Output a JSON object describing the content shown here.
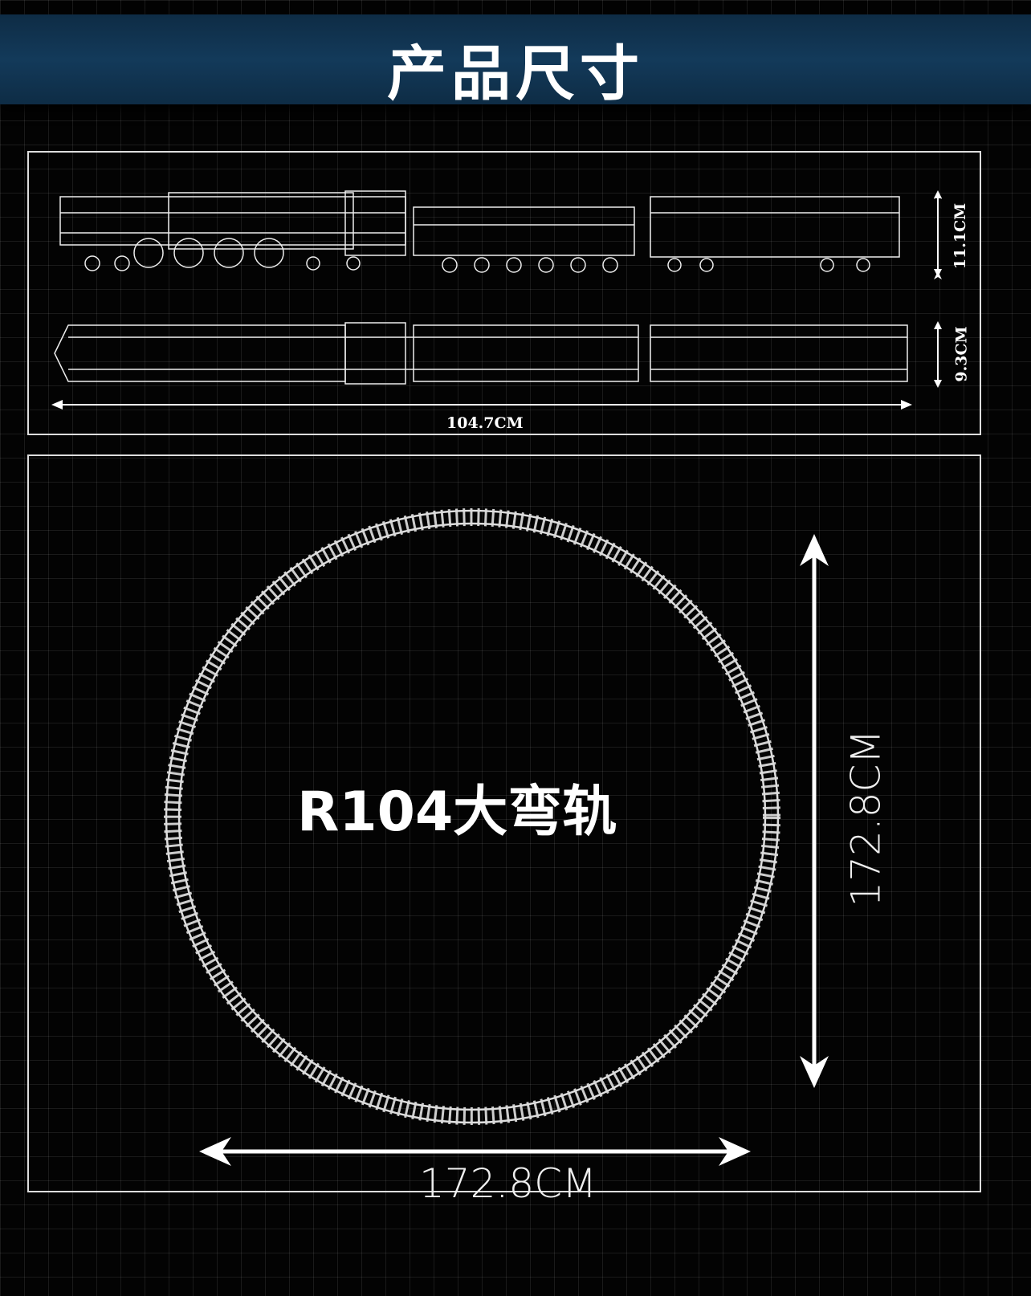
{
  "header": {
    "title": "产品尺寸"
  },
  "train_dimensions": {
    "side_height": "11.1CM",
    "top_width": "9.3CM",
    "length": "104.7CM"
  },
  "track": {
    "label": "R104大弯轨",
    "width": "172.8CM",
    "height": "172.8CM"
  }
}
